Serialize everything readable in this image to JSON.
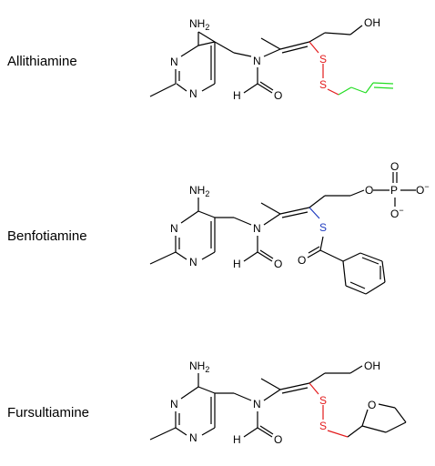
{
  "molecules": [
    {
      "name": "Allithiamine",
      "atoms": {
        "amine": "NH",
        "amine_sub": "2",
        "ring_n1": "N",
        "ring_n2": "N",
        "amide_n": "N",
        "formyl_h": "H",
        "formyl_o": "O",
        "s1": "S",
        "s2": "S",
        "hydroxyl": "OH"
      }
    },
    {
      "name": "Benfotiamine",
      "atoms": {
        "amine": "NH",
        "amine_sub": "2",
        "ring_n1": "N",
        "ring_n2": "N",
        "amide_n": "N",
        "formyl_h": "H",
        "formyl_o": "O",
        "s1": "S",
        "ester_o": "O",
        "phos_o_link": "O",
        "phos_p": "P",
        "phos_o_top": "O",
        "phos_o_right": "O",
        "phos_o_right_charge": "−",
        "phos_o_bottom": "O",
        "phos_o_bottom_charge": "−"
      }
    },
    {
      "name": "Fursultiamine",
      "atoms": {
        "amine": "NH",
        "amine_sub": "2",
        "ring_n1": "N",
        "ring_n2": "N",
        "amide_n": "N",
        "formyl_h": "H",
        "formyl_o": "O",
        "s1": "S",
        "s2": "S",
        "hydroxyl": "OH",
        "ring_o": "O"
      }
    }
  ],
  "colors": {
    "bond": "#000000",
    "disulfide": "#e31a1c",
    "thioester_s": "#1f3bbf",
    "allyl": "#22dd22"
  }
}
